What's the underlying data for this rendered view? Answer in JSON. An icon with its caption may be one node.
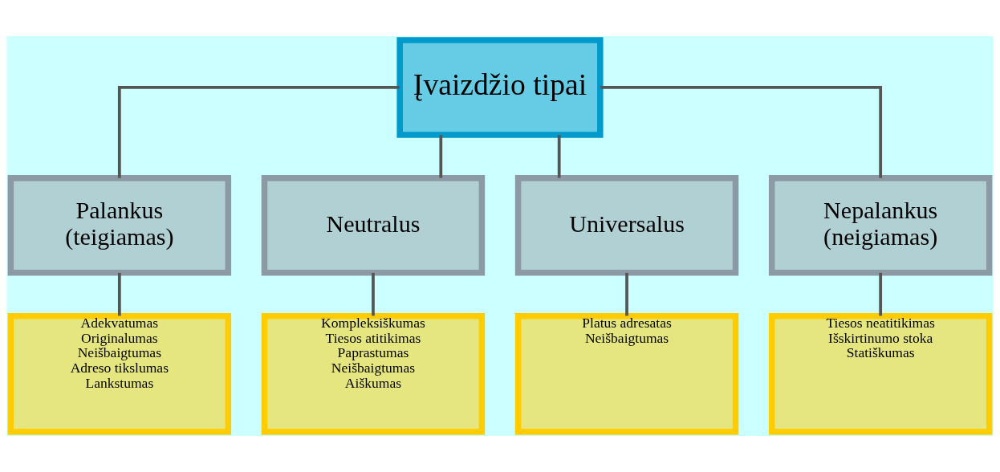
{
  "diagram": {
    "nodes": [
      {
        "text": [
          "Įvaizdžio tipai"
        ]
      },
      {
        "text": [
          "Palankus",
          "(teigiamas)"
        ]
      },
      {
        "text": [
          "Neutralus"
        ]
      },
      {
        "text": [
          "Universalus"
        ]
      },
      {
        "text": [
          "Nepalankus",
          "(neigiamas)"
        ]
      },
      {
        "text": [
          "Adekvatumas",
          "Originalumas",
          "Neišbaigtumas",
          "Adreso tikslumas",
          "Lankstumas"
        ]
      },
      {
        "text": [
          "Kompleksiškumas",
          "Tiesos atitikimas",
          "Paprastumas",
          "Neišbaigtumas",
          "Aiškumas"
        ]
      },
      {
        "text": [
          "Platus adresatas",
          "Neišbaigtumas"
        ]
      },
      {
        "text": [
          "Tiesos neatitikimas",
          "Išskirtinumo stoka",
          "Statiškumas"
        ]
      }
    ],
    "edges": [
      {
        "from": 0,
        "to": 1,
        "arrow": "none"
      },
      {
        "from": 0,
        "to": 2,
        "arrow": "none"
      },
      {
        "from": 0,
        "to": 3,
        "arrow": "none"
      },
      {
        "from": 0,
        "to": 4,
        "arrow": "none"
      },
      {
        "from": 1,
        "to": 5,
        "arrow": "none"
      },
      {
        "from": 2,
        "to": 6,
        "arrow": "none"
      },
      {
        "from": 3,
        "to": 7,
        "arrow": "none"
      },
      {
        "from": 4,
        "to": 8,
        "arrow": "none"
      }
    ]
  }
}
